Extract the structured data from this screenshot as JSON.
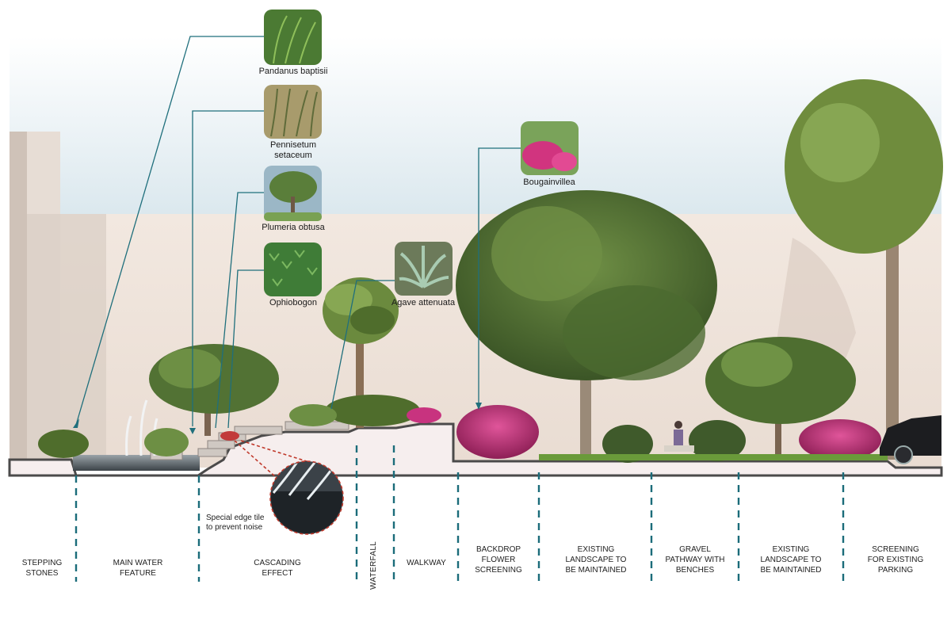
{
  "plants": [
    {
      "name": "Pandanus baptisii",
      "icon": "pandanus-grass-photo"
    },
    {
      "name": "Pennisetum\nsetaceum",
      "icon": "pennisetum-grass-photo"
    },
    {
      "name": "Plumeria obtusa",
      "icon": "plumeria-tree-photo"
    },
    {
      "name": "Ophiobogon",
      "icon": "ophiopogon-groundcover-photo"
    },
    {
      "name": "Agave attenuata",
      "icon": "agave-succulent-photo"
    },
    {
      "name": "Bougainvillea",
      "icon": "bougainvillea-flowers-photo"
    }
  ],
  "callout": {
    "text": "Special edge tile\nto prevent noise"
  },
  "zones": [
    {
      "label": "STEPPING\nSTONES"
    },
    {
      "label": "MAIN WATER\nFEATURE"
    },
    {
      "label": "CASCADING\nEFFECT"
    },
    {
      "label": "WATERFALL"
    },
    {
      "label": "WALKWAY"
    },
    {
      "label": "BACKDROP\nFLOWER\nSCREENING"
    },
    {
      "label": "EXISTING\nLANDSCAPE TO\nBE MAINTAINED"
    },
    {
      "label": "GRAVEL\nPATHWAY WITH\nBENCHES"
    },
    {
      "label": "EXISTING\nLANDSCAPE TO\nBE MAINTAINED"
    },
    {
      "label": "SCREENING\nFOR EXISTING\nPARKING"
    }
  ],
  "colors": {
    "leader": "#1f6f7c",
    "divider": "#1b6c7a",
    "callout_dash": "#c0392b",
    "wall": "#efe3da",
    "sky": "#e4eef3",
    "foliage_dark": "#3f5a2b",
    "foliage_mid": "#5d7c3a",
    "bougainvillea": "#c8337f"
  }
}
